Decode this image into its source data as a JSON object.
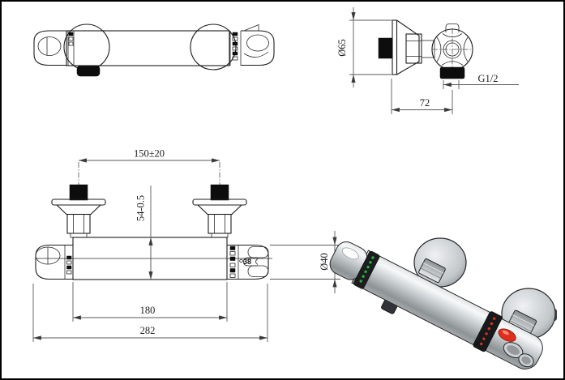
{
  "drawing": {
    "side_view": {
      "dim_flange_diameter": "Ø65",
      "dim_wall_offset": "72",
      "thread_label": "G1/2"
    },
    "front_view": {
      "dim_inlet_spacing": "150±20",
      "dim_body_height": "54-0.5",
      "dim_handle_diameter": "Ø40",
      "dim_body_width": "180",
      "dim_overall_width": "282",
      "temperature_marking": "38"
    },
    "colors": {
      "background": "#ffffff",
      "object_line": "#1c1c1c",
      "dimension_line": "#5a5a5a",
      "metal_light": "#f7f9f9",
      "metal_mid": "#c3c8cb",
      "metal_dark": "#8e9396",
      "ring_dark": "#1b1d1f",
      "green_marks": "#2fae3a",
      "red_marks": "#d63220",
      "red_button": "#df2f1c"
    }
  }
}
